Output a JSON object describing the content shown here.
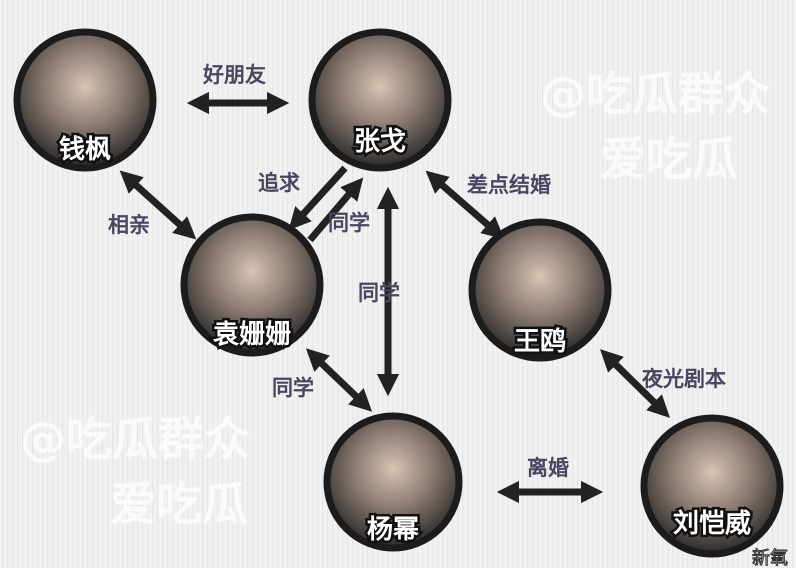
{
  "watermarks": {
    "line1": "@吃瓜群众",
    "line2": "爱吃瓜",
    "corner": "新氧"
  },
  "people": [
    {
      "id": "qian",
      "name": "钱枫"
    },
    {
      "id": "zhang",
      "name": "张戈"
    },
    {
      "id": "yuan",
      "name": "袁姗姗"
    },
    {
      "id": "wang",
      "name": "王鸥"
    },
    {
      "id": "yang",
      "name": "杨幂"
    },
    {
      "id": "liu",
      "name": "刘恺威"
    }
  ],
  "relations": [
    {
      "from": "qian",
      "to": "zhang",
      "label": "好朋友",
      "direction": "both"
    },
    {
      "from": "qian",
      "to": "yuan",
      "label": "相亲",
      "direction": "both"
    },
    {
      "from": "zhang",
      "to": "yuan",
      "label": "追求",
      "direction": "one-way"
    },
    {
      "from": "yuan",
      "to": "zhang",
      "label": "同学",
      "direction": "one-way"
    },
    {
      "from": "zhang",
      "to": "yang",
      "label": "同学",
      "direction": "both"
    },
    {
      "from": "zhang",
      "to": "wang",
      "label": "差点结婚",
      "direction": "both"
    },
    {
      "from": "wang",
      "to": "liu",
      "label": "夜光剧本",
      "direction": "both"
    },
    {
      "from": "yuan",
      "to": "yang",
      "label": "同学",
      "direction": "both"
    },
    {
      "from": "yang",
      "to": "liu",
      "label": "离婚",
      "direction": "both"
    }
  ],
  "colors": {
    "arrow": "#222222",
    "label": "#4a4560",
    "ring": "#1c1c1c"
  }
}
